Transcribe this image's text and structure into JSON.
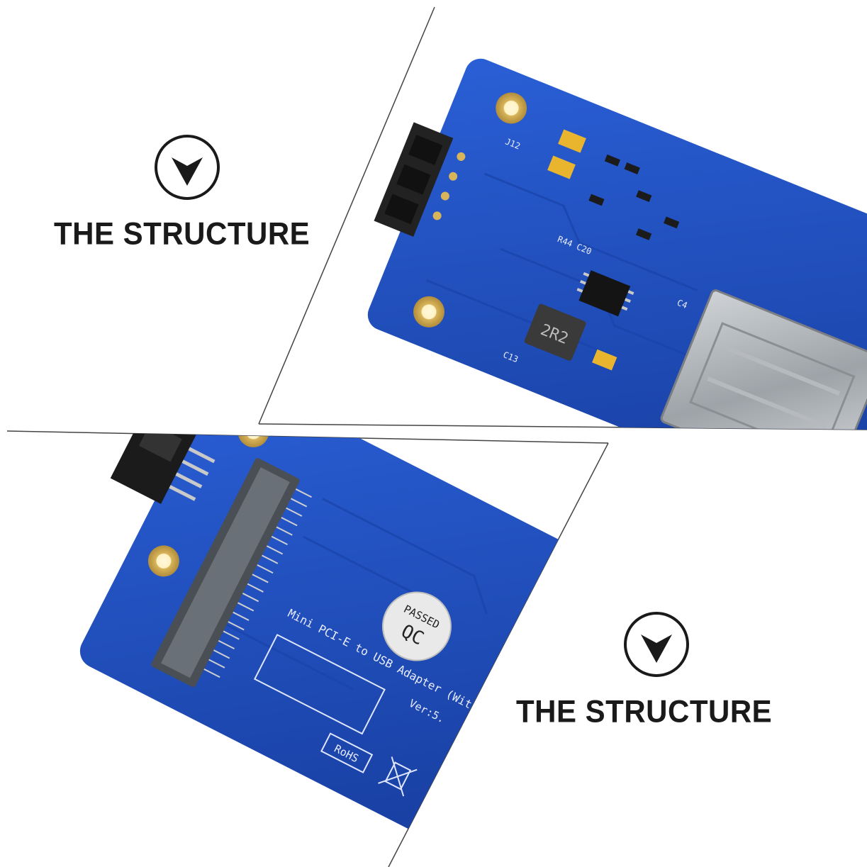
{
  "panels": [
    {
      "heading": "THE STRUCTURE",
      "icon": "chevron-down-circle-icon"
    },
    {
      "heading": "THE STRUCTURE",
      "icon": "chevron-down-circle-icon"
    }
  ],
  "board_top": {
    "inductor_mark": "2R2",
    "silkscreen": [
      "J12",
      "C13",
      "R44 C20",
      "C4"
    ]
  },
  "board_bottom": {
    "title": "Mini PCI-E to USB Adapter (With SIM S",
    "version": "Ver:5.",
    "qc_sticker": {
      "line1": "PASSED",
      "line2": "QC"
    },
    "rohs": "RoHS"
  },
  "colors": {
    "pcb_blue": "#1f4fc4",
    "pcb_blue_dark": "#173d9e",
    "gold_pad": "#d8b45a",
    "text": "#1a1a1a"
  }
}
